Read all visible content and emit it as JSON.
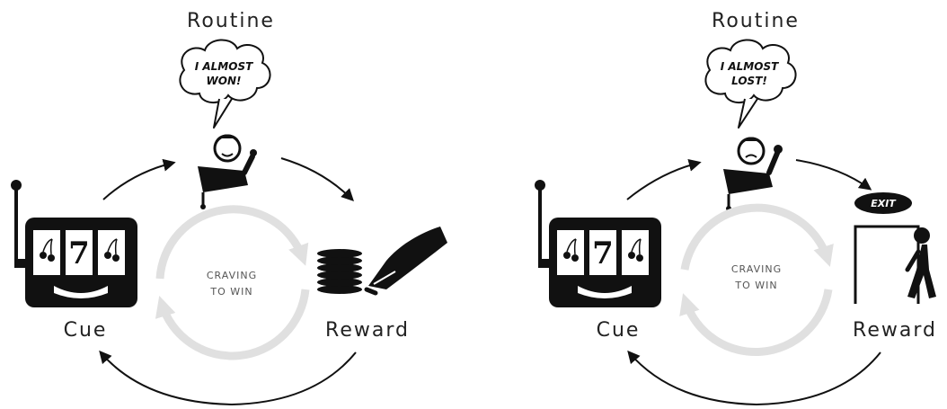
{
  "colors": {
    "ink": "#111111",
    "ring": "#e0e0e0",
    "background": "#ffffff"
  },
  "panels": [
    {
      "routine_label": "Routine",
      "cue_label": "Cue",
      "reward_label": "Reward",
      "craving_line1": "CRAVING",
      "craving_line2": "TO WIN",
      "thought_line1": "I ALMOST",
      "thought_line2": "WON!",
      "reel_digit": "7",
      "reward_icon": "coin-stack-and-hand-icon"
    },
    {
      "routine_label": "Routine",
      "cue_label": "Cue",
      "reward_label": "Reward",
      "craving_line1": "CRAVING",
      "craving_line2": "TO WIN",
      "thought_line1": "I ALMOST",
      "thought_line2": "LOST!",
      "reel_digit": "7",
      "exit_sign": "EXIT",
      "reward_icon": "exit-door-icon"
    }
  ]
}
